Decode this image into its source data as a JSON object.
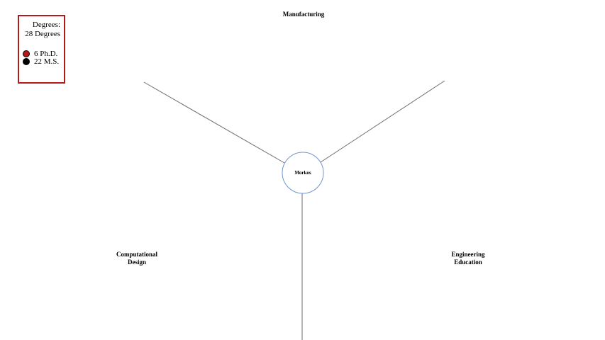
{
  "legend": {
    "title_line1": "Degrees:",
    "title_line2": "28 Degrees",
    "items": [
      {
        "label": "6 Ph.D.",
        "color": "#b41a1a"
      },
      {
        "label": "22 M.S.",
        "color": "#000000"
      }
    ],
    "border_color": "#b41a1a"
  },
  "center": {
    "label": "Morkos",
    "stroke_color": "#6f93d0"
  },
  "branches": [
    {
      "label_line1": "Manufacturing",
      "label_line2": ""
    },
    {
      "label_line1": "Computational",
      "label_line2": "Design"
    },
    {
      "label_line1": "Engineering",
      "label_line2": "Education"
    }
  ],
  "edge_color": "#6e6e6e"
}
